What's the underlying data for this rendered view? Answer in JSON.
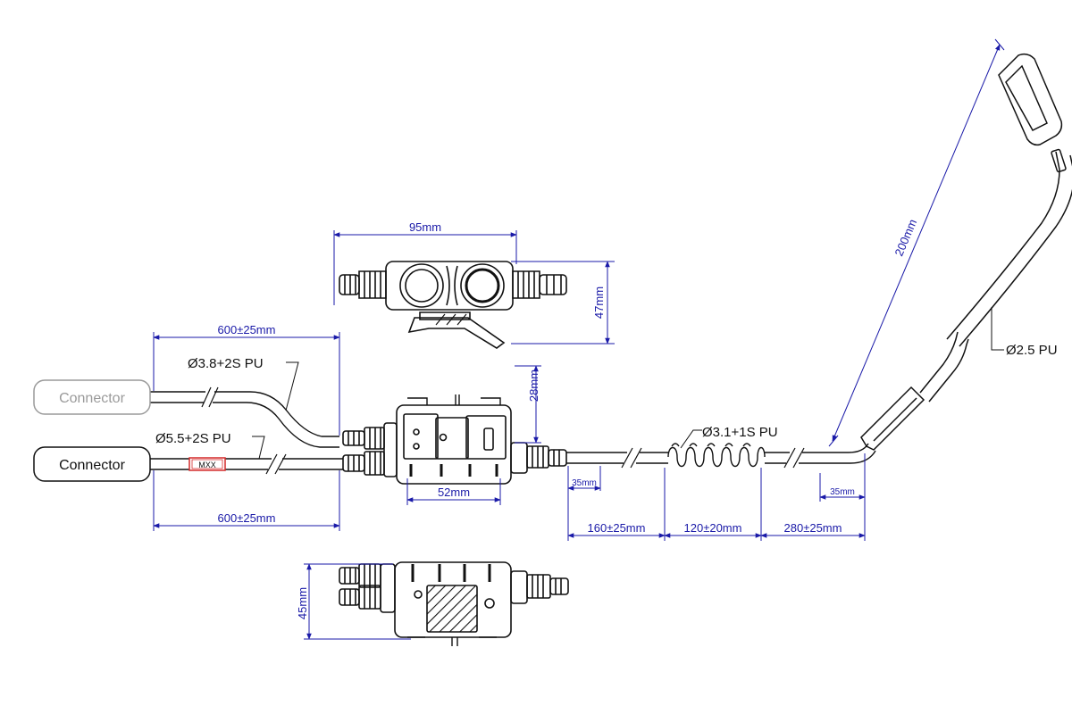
{
  "colors": {
    "dimension": "#1a1aa8",
    "line": "#111111",
    "connector_inactive": "#9a9a9a",
    "tag": "#d42a2a"
  },
  "top_view": {
    "width_dim": "95mm",
    "height_dim": "47mm"
  },
  "main_view": {
    "height_dim": "28mm",
    "width_dim": "52mm"
  },
  "bottom_view": {
    "height_dim": "45mm"
  },
  "left_cables": {
    "upper_length": "600±25mm",
    "lower_length": "600±25mm",
    "upper_spec": "Ø3.8+2S PU",
    "lower_spec": "Ø5.5+2S PU",
    "upper_connector": "Connector",
    "lower_connector": "Connector",
    "tag": "MXX"
  },
  "right_cable": {
    "coil_spec": "Ø3.1+1S PU",
    "boom_spec": "Ø2.5 PU",
    "boom_length": "200mm",
    "small_left": "35mm",
    "small_right": "35mm",
    "seg1": "160±25mm",
    "seg2": "120±20mm",
    "seg3": "280±25mm"
  }
}
